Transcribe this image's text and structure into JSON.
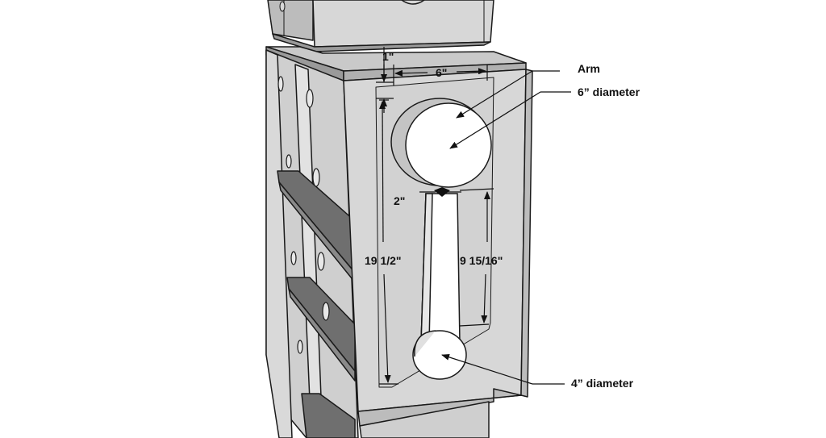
{
  "callouts": {
    "arm": "Arm",
    "upper_diameter": "6” diameter",
    "lower_diameter": "4” diameter"
  },
  "dimensions": {
    "top_offset": "1\"",
    "upper_width": "6\"",
    "arm_width": "2\"",
    "overall_height": "19 1/2\"",
    "slot_length": "9 15/16\""
  },
  "colors": {
    "panel": "#d7d7d7",
    "panel_side": "#bcbcbc",
    "panel_dark": "#9a9a9a",
    "shelf_dark": "#6f6f6f",
    "outline": "#1a1a1a",
    "background": "#ffffff"
  }
}
